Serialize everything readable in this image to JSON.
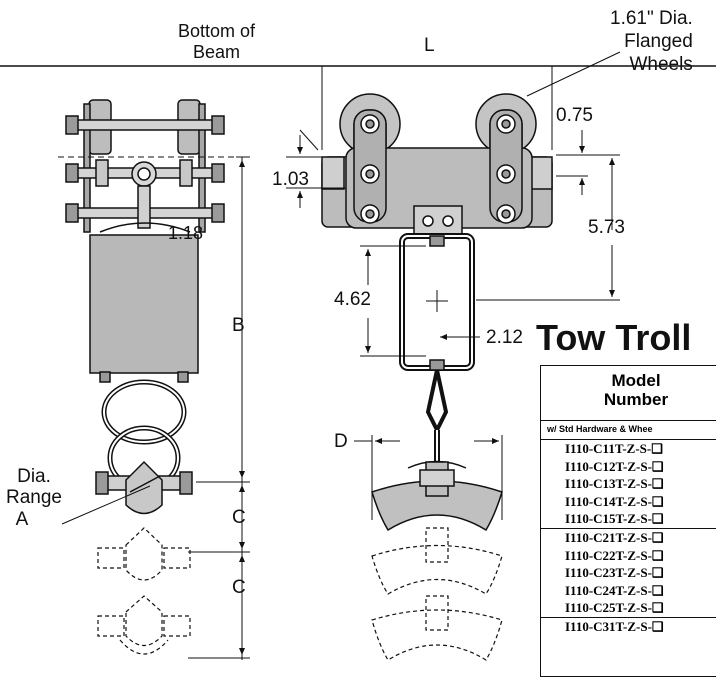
{
  "labels": {
    "bottom_of_beam": [
      "Bottom of",
      "Beam"
    ],
    "length": "L",
    "wheel_spec": [
      "1.61\" Dia.",
      "Flanged",
      "Wheels"
    ],
    "dim_075": "0.75",
    "dim_103": "1.03",
    "dim_573": "5.73",
    "dim_118": "1.18",
    "dim_462": "4.62",
    "dim_212": "2.12",
    "dim_b": "B",
    "dim_c1": "C",
    "dim_c2": "C",
    "dim_d": "D",
    "dia_range": [
      "Dia.",
      "Range",
      "A"
    ]
  },
  "table": {
    "title": "Tow Troll",
    "header": [
      "Model",
      "Number"
    ],
    "subheader": "w/ Std Hardware & Whee",
    "groups": [
      [
        "I110-C11T-Z-S-❑",
        "I110-C12T-Z-S-❑",
        "I110-C13T-Z-S-❑",
        "I110-C14T-Z-S-❑",
        "I110-C15T-Z-S-❑"
      ],
      [
        "I110-C21T-Z-S-❑",
        "I110-C22T-Z-S-❑",
        "I110-C23T-Z-S-❑",
        "I110-C24T-Z-S-❑",
        "I110-C25T-Z-S-❑"
      ],
      [
        "I110-C31T-Z-S-❑"
      ]
    ]
  },
  "colors": {
    "metal": "#b8b8b8",
    "metal_dark": "#8c8c8c",
    "line": "#111111"
  }
}
